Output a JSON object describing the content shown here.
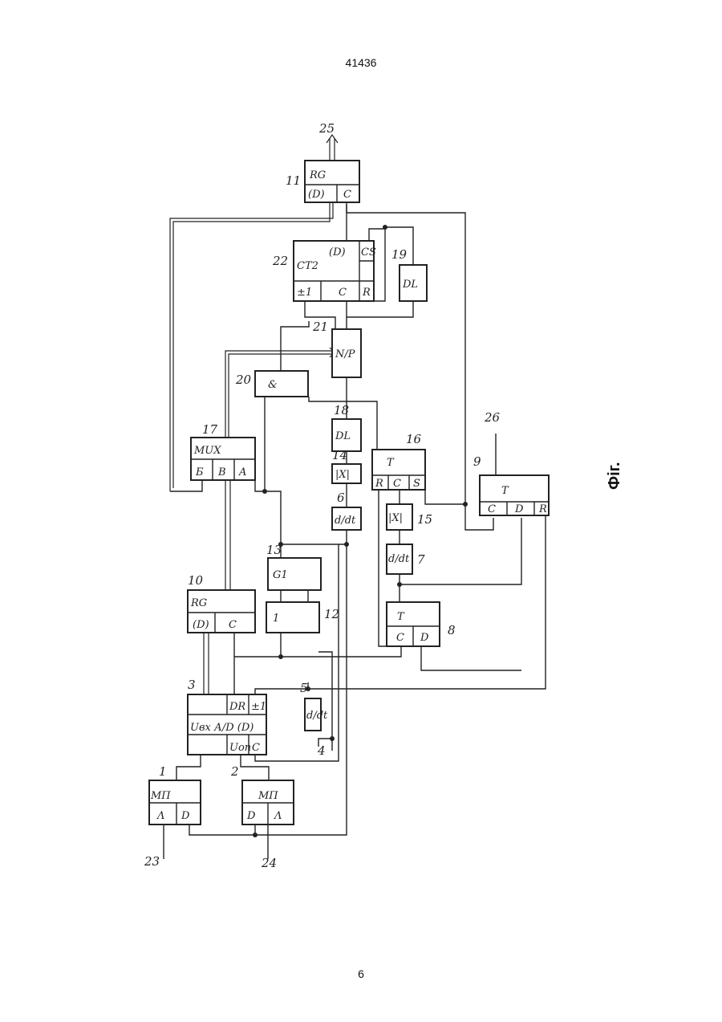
{
  "page": {
    "header": "41436",
    "number": "6",
    "caption": "Фіг."
  },
  "blocks": {
    "b1": {
      "num": "1",
      "title": "МП",
      "ports": [
        "Λ",
        "D"
      ]
    },
    "b2": {
      "num": "2",
      "title": "МП",
      "ports": [
        "D",
        "Λ"
      ]
    },
    "b3": {
      "num": "3",
      "title": "Uвх А/D (D)",
      "ports": [
        "Uоп",
        "C",
        "DR",
        "±1"
      ]
    },
    "b5": {
      "num": "5",
      "title": "d/dt"
    },
    "b6": {
      "num": "6",
      "title": "d/dt"
    },
    "b7": {
      "num": "7",
      "title": "d/dt"
    },
    "b8": {
      "num": "8",
      "title": "T",
      "ports": [
        "C",
        "D"
      ]
    },
    "b9": {
      "num": "9",
      "title": "T",
      "ports": [
        "C",
        "D",
        "R"
      ]
    },
    "b10": {
      "num": "10",
      "title": "RG",
      "ports": [
        "(D)",
        "C"
      ]
    },
    "b11": {
      "num": "11",
      "title": "RG",
      "ports": [
        "(D)",
        "C"
      ]
    },
    "b12": {
      "num": "12",
      "title": "1"
    },
    "b13": {
      "num": "13",
      "title": "G1"
    },
    "b14": {
      "num": "14",
      "title": "|X|"
    },
    "b15": {
      "num": "15",
      "title": "|X|"
    },
    "b16": {
      "num": "16",
      "title": "T",
      "ports": [
        "R",
        "C",
        "S"
      ]
    },
    "b17": {
      "num": "17",
      "title": "MUX",
      "ports": [
        "Б",
        "B",
        "A"
      ]
    },
    "b18": {
      "num": "18",
      "title": "DL"
    },
    "b19": {
      "num": "19",
      "title": "DL"
    },
    "b20": {
      "num": "20",
      "title": "&"
    },
    "b21": {
      "num": "21",
      "title": "N/P"
    },
    "b22": {
      "num": "22",
      "title": "CT2",
      "ports": [
        "±1",
        "C",
        "R",
        "(D)",
        "CS"
      ]
    }
  },
  "terminals": {
    "t4": "4",
    "t23": "23",
    "t24": "24",
    "t25": "25",
    "t26": "26"
  }
}
